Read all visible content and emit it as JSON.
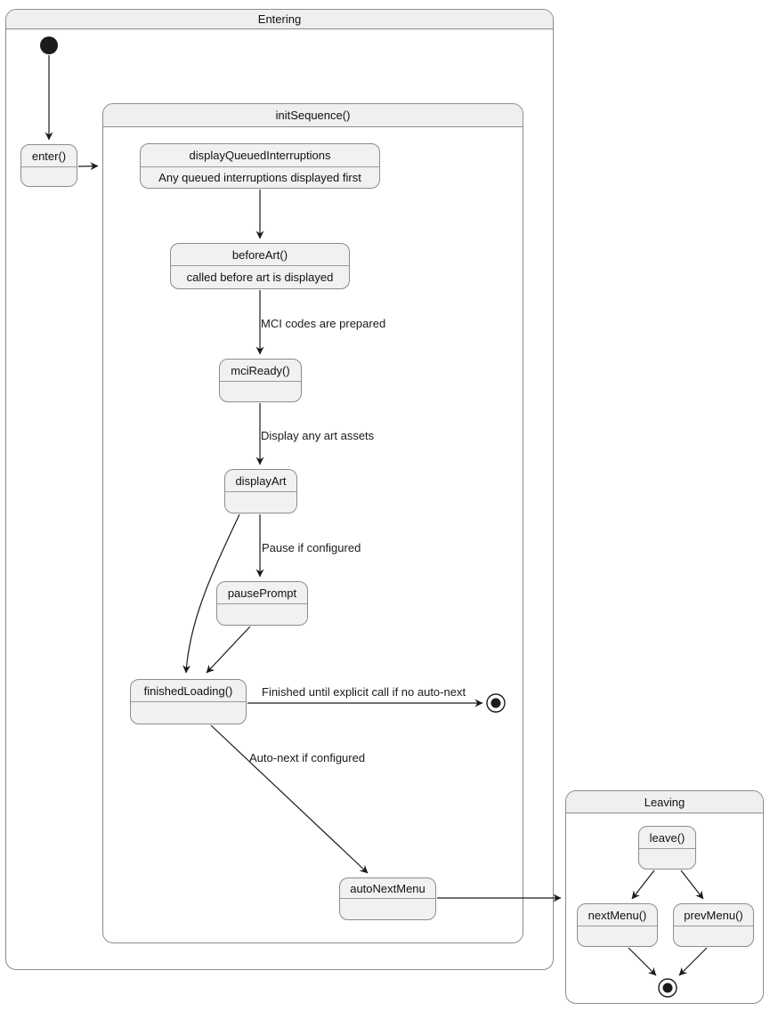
{
  "diagram_type": "uml-state-diagram",
  "colors": {
    "state_fill": "#f1f1f1",
    "container_header_fill": "#efefef",
    "border": "#8c8c8c",
    "arrow": "#1b1b1b",
    "text": "#111111"
  },
  "containers": {
    "entering": {
      "title": "Entering"
    },
    "init_sequence": {
      "title": "initSequence()"
    },
    "leaving": {
      "title": "Leaving"
    }
  },
  "states": {
    "enter": {
      "title": "enter()"
    },
    "display_queued_interruptions": {
      "title": "displayQueuedInterruptions",
      "description": "Any queued interruptions displayed first"
    },
    "before_art": {
      "title": "beforeArt()",
      "description": "called before art is displayed"
    },
    "mci_ready": {
      "title": "mciReady()"
    },
    "display_art": {
      "title": "displayArt"
    },
    "pause_prompt": {
      "title": "pausePrompt"
    },
    "finished_loading": {
      "title": "finishedLoading()"
    },
    "auto_next_menu": {
      "title": "autoNextMenu"
    },
    "leave": {
      "title": "leave()"
    },
    "next_menu": {
      "title": "nextMenu()"
    },
    "prev_menu": {
      "title": "prevMenu()"
    }
  },
  "transitions": {
    "before_art_to_mci_ready": "MCI codes are prepared",
    "mci_ready_to_display_art": "Display any art assets",
    "display_art_to_pause_prompt": "Pause if configured",
    "finished_loading_to_final": "Finished until explicit call if no auto-next",
    "finished_loading_to_auto_next_menu": "Auto-next if configured"
  }
}
